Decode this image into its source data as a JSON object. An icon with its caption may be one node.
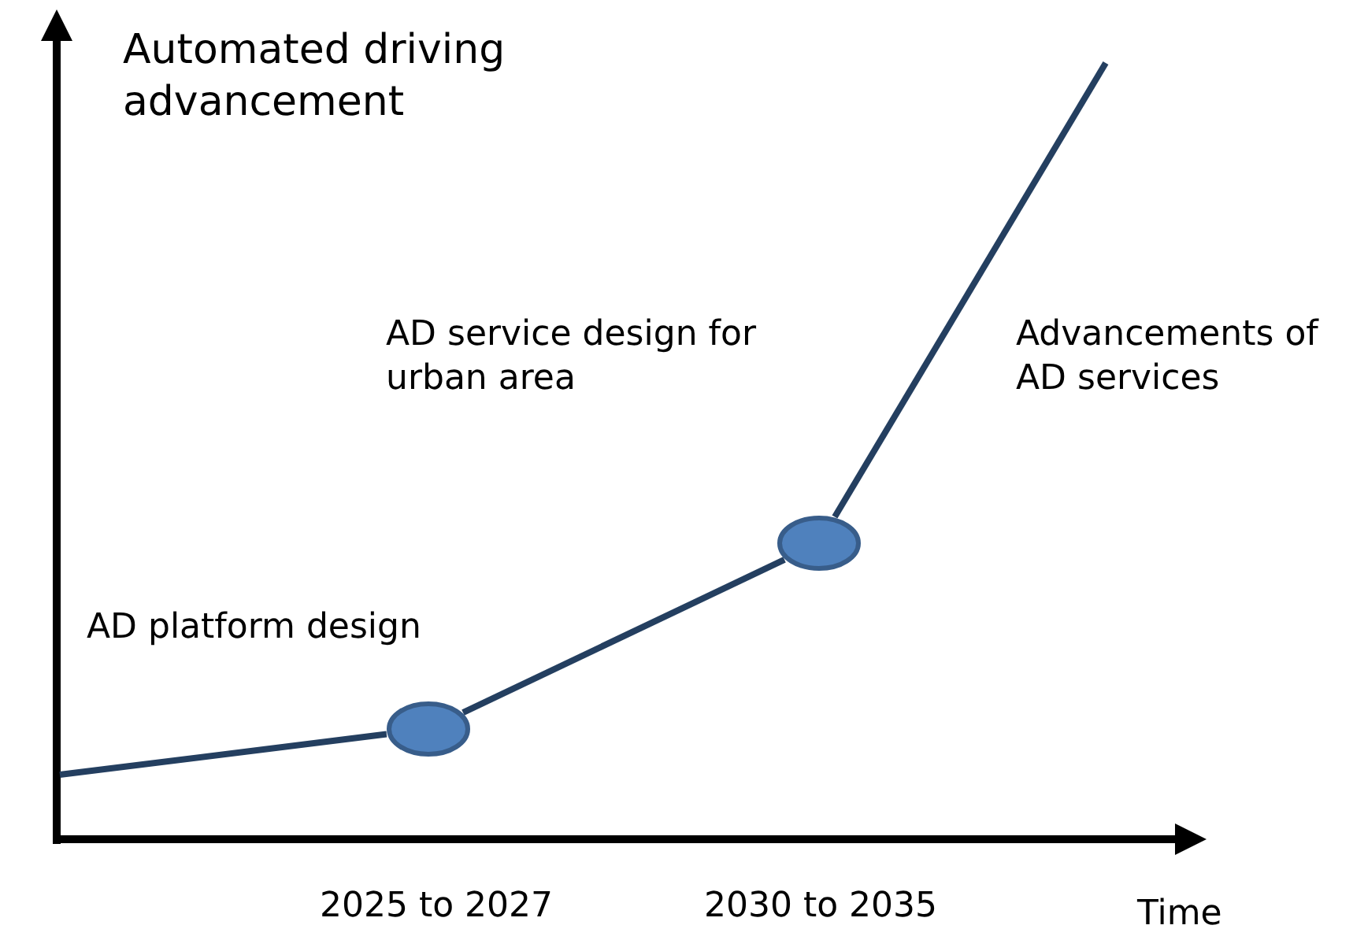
{
  "diagram": {
    "nodes": [
      {
        "text": [],
        "shape": "circle"
      },
      {
        "text": [],
        "shape": "circle"
      }
    ],
    "edges": [
      {
        "from": null,
        "to": 0,
        "arrow": "none"
      },
      {
        "from": 0,
        "to": 1,
        "arrow": "none"
      },
      {
        "from": 1,
        "to": null,
        "arrow": "none"
      }
    ],
    "labels": [
      "Automated driving advancement",
      "AD service design for urban area",
      "Advancements of AD services",
      "AD platform design",
      "2025 to 2027",
      "2030 to 2035",
      "Time"
    ]
  }
}
